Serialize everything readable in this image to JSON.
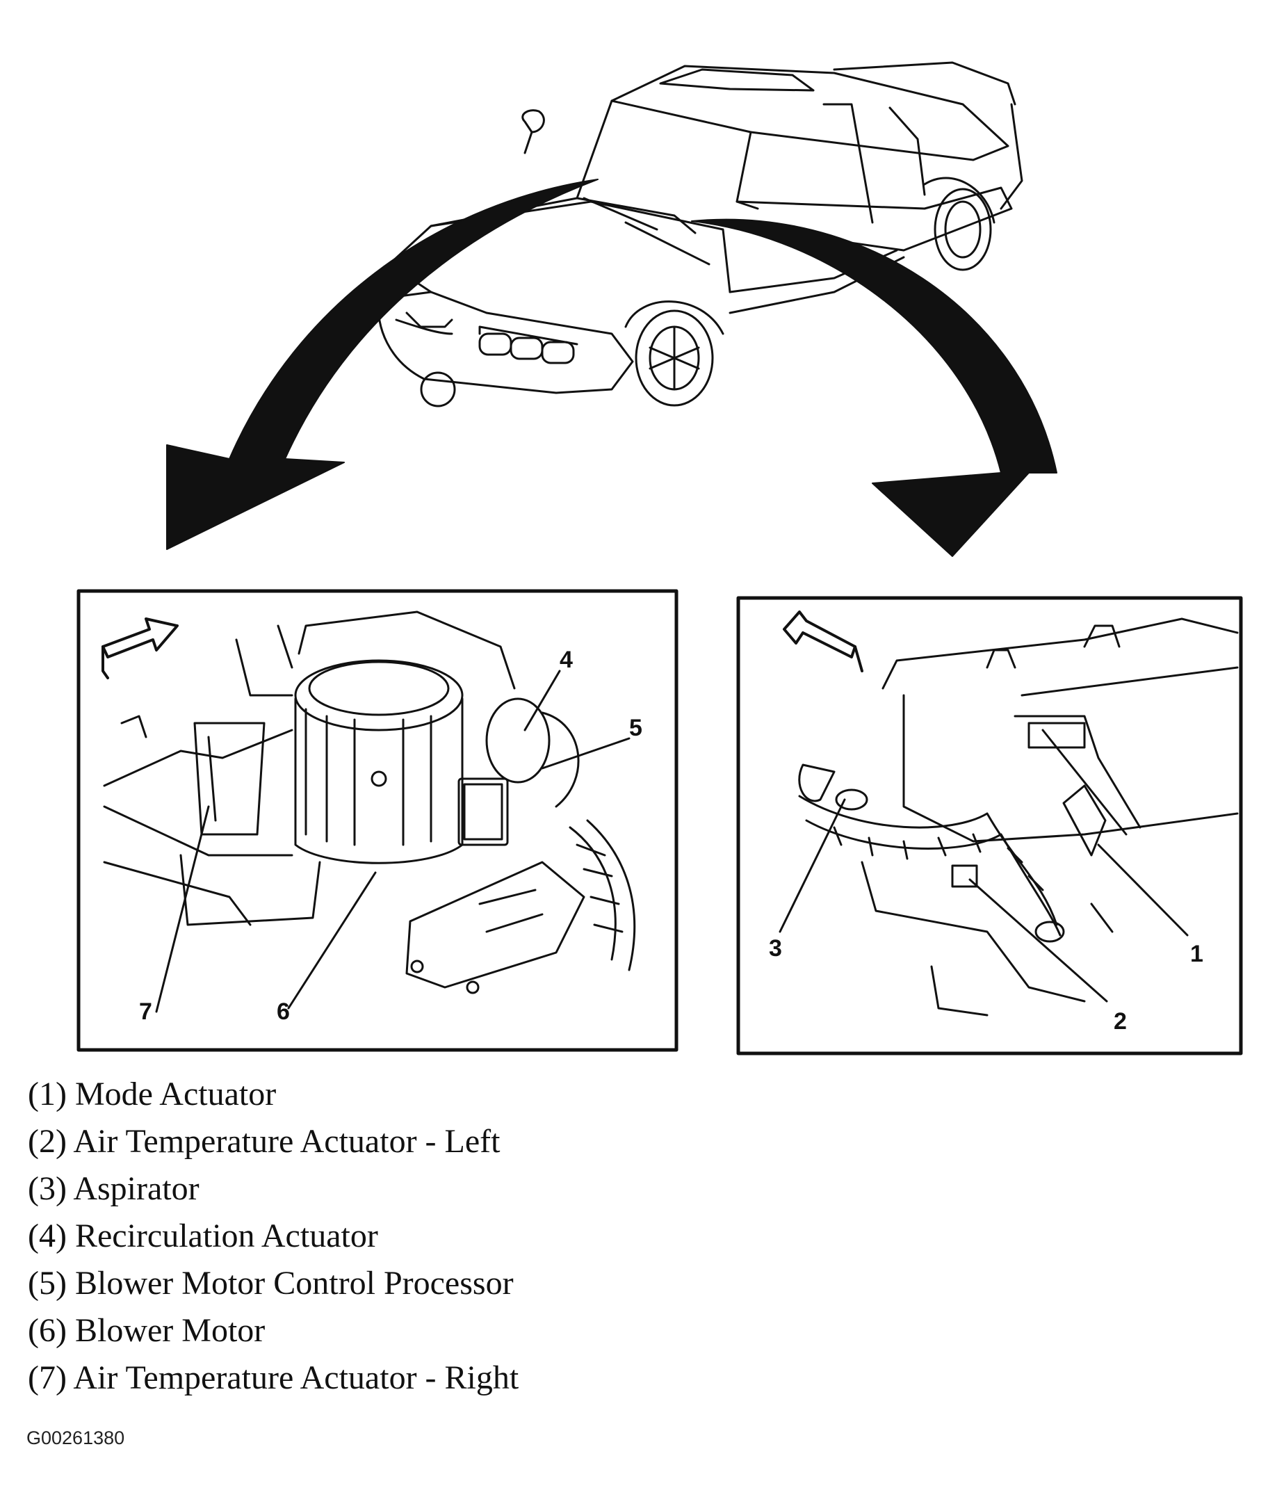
{
  "callouts": [
    "1",
    "2",
    "3",
    "4",
    "5",
    "6",
    "7"
  ],
  "legend": [
    "(1) Mode Actuator",
    "(2) Air Temperature Actuator - Left",
    "(3) Aspirator",
    "(4) Recirculation Actuator",
    "(5) Blower Motor Control Processor",
    "(6) Blower Motor",
    "(7) Air Temperature Actuator - Right"
  ],
  "figure_id": "G00261380",
  "colors": {
    "ink": "#111111",
    "paper": "#ffffff"
  },
  "icons": [
    "left-view-arrow-icon",
    "right-view-arrow-icon",
    "forward-direction-arrow-icon"
  ]
}
